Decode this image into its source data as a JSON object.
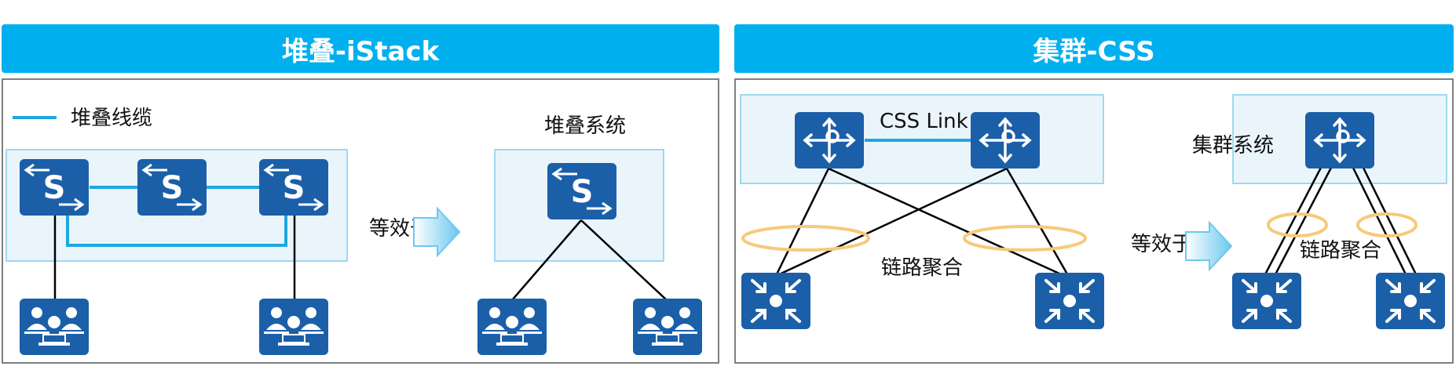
{
  "left": {
    "header": "堆叠-iStack",
    "legend_label": "堆叠线缆",
    "system_label": "堆叠系统",
    "equiv_label": "等效于",
    "switch_letter": "S"
  },
  "right": {
    "header": "集群-CSS",
    "link_label": "CSS Link",
    "agg_label_left": "链路聚合",
    "agg_label_right": "链路聚合",
    "system_label": "集群系统",
    "equiv_label": "等效于"
  },
  "colors": {
    "header_bg": "#00b0ee",
    "device_blue": "#1b5fa8",
    "stack_cable": "#1ea7e1",
    "zone_fill": "#eaf5fb",
    "zone_border": "#9fd8ef",
    "ellipse": "#f7c97a",
    "panel_border": "#7f7f7f"
  },
  "icons": [
    "stack-switch-icon",
    "css-router-icon",
    "access-switch-icon",
    "user-group-icon",
    "equivalence-arrow-icon"
  ]
}
